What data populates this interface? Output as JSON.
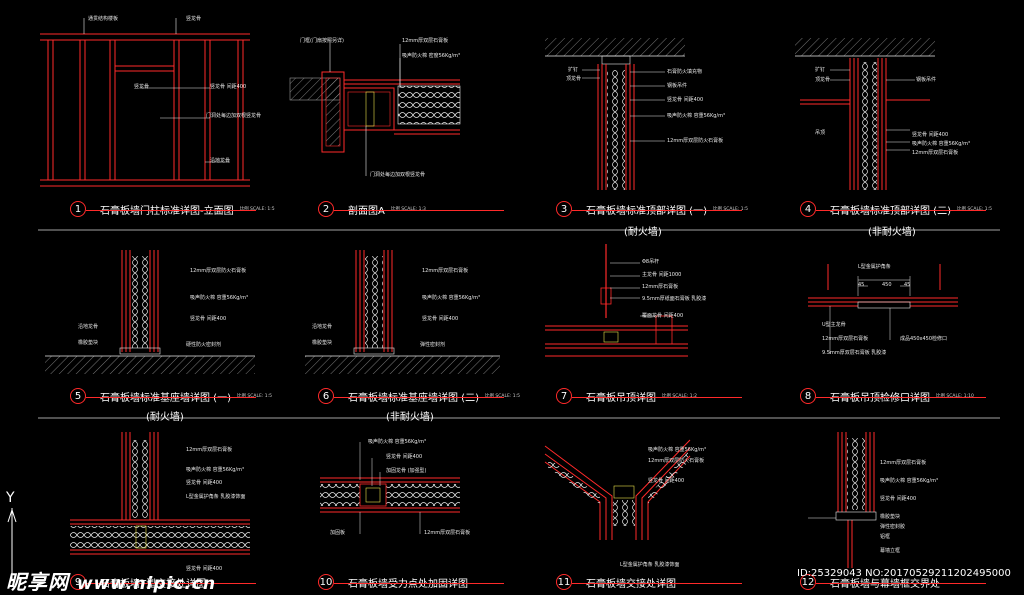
{
  "sheet": {
    "panels": [
      {
        "num": "1",
        "title": "石膏板墙门柱标准详图-立面图",
        "scale": "比例 SCALE: 1:5",
        "subtitle": ""
      },
      {
        "num": "2",
        "title": "剖面图A",
        "scale": "比例 SCALE: 1:3",
        "subtitle": ""
      },
      {
        "num": "3",
        "title": "石膏板墙标准顶部详图 (一)",
        "scale": "比例 SCALE: 1:5",
        "subtitle": "(耐火墙)"
      },
      {
        "num": "4",
        "title": "石膏板墙标准顶部详图 (二)",
        "scale": "比例 SCALE: 1:5",
        "subtitle": "(非耐火墙)"
      },
      {
        "num": "5",
        "title": "石膏板墙标准基座墙详图 (一)",
        "scale": "比例 SCALE: 1:5",
        "subtitle": "(耐火墙)"
      },
      {
        "num": "6",
        "title": "石膏板墙标准基座墙详图 (二)",
        "scale": "比例 SCALE: 1:5",
        "subtitle": "(非耐火墙)"
      },
      {
        "num": "7",
        "title": "石膏板吊顶详图",
        "scale": "比例 SCALE: 1:2",
        "subtitle": ""
      },
      {
        "num": "8",
        "title": "石膏板吊顶检修口详图",
        "scale": "比例 SCALE: 1:10",
        "subtitle": ""
      },
      {
        "num": "9",
        "title": "石膏板墙T型交接处详图",
        "scale": "",
        "subtitle": ""
      },
      {
        "num": "10",
        "title": "石膏板墙受力点处加固详图",
        "scale": "",
        "subtitle": ""
      },
      {
        "num": "11",
        "title": "石膏板墙交接处详图",
        "scale": "",
        "subtitle": ""
      },
      {
        "num": "12",
        "title": "石膏板墙与幕墙框交界处",
        "scale": "",
        "subtitle": ""
      }
    ],
    "labels": {
      "p1": [
        "通贯结构楼板",
        "竖龙骨",
        "竖龙骨",
        "竖龙骨 间距400",
        "门洞处每边加双根竖龙骨",
        "沿地龙骨"
      ],
      "p2": [
        "门框(门扇按照另详)",
        "12mm厚双层石膏板",
        "吸声防火棉 密度56Kg/m³",
        "门洞处每边加双根竖龙骨"
      ],
      "p3": [
        "扩钉",
        "顶龙骨",
        "石膏防火填充物",
        "钢板吊件",
        "竖龙骨 间距400",
        "吸声防火棉 容重56Kg/m³",
        "12mm厚双层防火石膏板"
      ],
      "p4": [
        "扩钉",
        "顶龙骨",
        "钢板吊件",
        "吊顶",
        "竖龙骨 间距400",
        "吸声防火棉 容重56Kg/m³",
        "12mm厚双层石膏板"
      ],
      "p5": [
        "12mm厚双层防火石膏板",
        "吸声防火棉 容重56Kg/m³",
        "竖龙骨 间距400",
        "沿地龙骨",
        "橡胶垫块",
        "硬性防火密封剂"
      ],
      "p6": [
        "12mm厚双层石膏板",
        "吸声防火棉 容重56Kg/m³",
        "竖龙骨 间距400",
        "沿地龙骨",
        "橡胶垫块",
        "弹性密封剂"
      ],
      "p7": [
        "Φ8吊杆",
        "主龙骨 间距1000",
        "12mm厚石膏板",
        "9.5mm厚纸面石膏板 乳胶漆",
        "覆面龙骨 间距400"
      ],
      "p8": [
        "L型金属护角条",
        "45",
        "450",
        "45",
        "U型主龙骨",
        "12mm厚双层石膏板",
        "9.5mm厚双层石膏板 乳胶漆",
        "成品450x450检修口"
      ],
      "p9": [
        "12mm厚双层石膏板",
        "吸声防火棉 容重56Kg/m³",
        "竖龙骨 间距400",
        "L型金属护角条 乳胶漆饰面",
        "竖龙骨 间距400"
      ],
      "p10": [
        "吸声防火棉 容重56Kg/m³",
        "竖龙骨 间距400",
        "加固龙骨 (加强型)",
        "加固板",
        "12mm厚双层石膏板"
      ],
      "p11": [
        "吸声防火棉 容重56Kg/m³",
        "12mm厚双层防火石膏板",
        "竖龙骨 间距400",
        "L型金属护角条 乳胶漆饰面"
      ],
      "p12": [
        "12mm厚双层石膏板",
        "吸声防火棉 容重56Kg/m³",
        "竖龙骨 间距400",
        "橡胶垫块",
        "弹性密封胶",
        "铝框",
        "幕墙立框"
      ]
    },
    "axis_label": "Y",
    "watermark_logo": "昵享网",
    "watermark_url": "www.nipic.cn",
    "watermark_id": "ID:25329043 NO:20170529211202495000"
  },
  "colors": {
    "background": "#000000",
    "red": "#ff2a2a",
    "white": "#ffffff",
    "grey": "#9a9a9a",
    "yellow": "#e8e04a"
  }
}
